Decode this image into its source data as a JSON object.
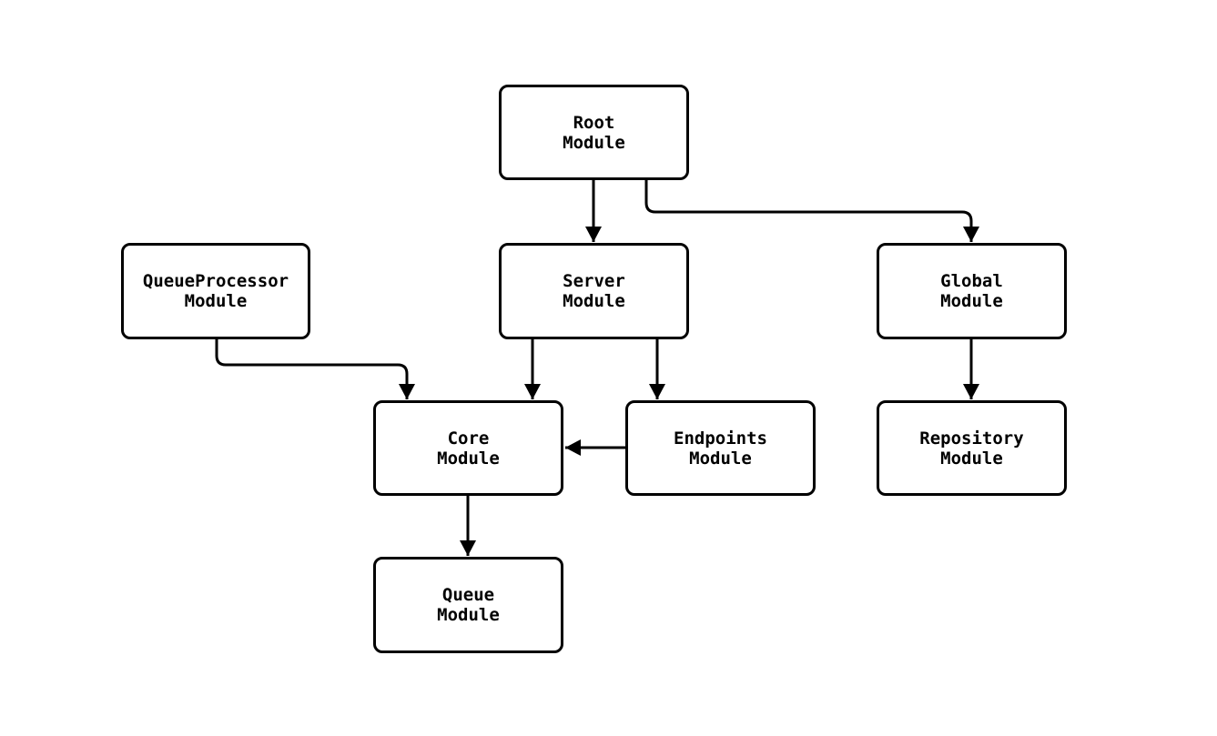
{
  "diagram": {
    "type": "flowchart",
    "background_color": "#ffffff",
    "node_fill_color": "#ffffff",
    "stroke_color": "#000000",
    "nodes": [
      {
        "id": "root",
        "label": "Root\nModule"
      },
      {
        "id": "queueprocessor",
        "label": "QueueProcessor\nModule"
      },
      {
        "id": "server",
        "label": "Server\nModule"
      },
      {
        "id": "global",
        "label": "Global\nModule"
      },
      {
        "id": "core",
        "label": "Core\nModule"
      },
      {
        "id": "endpoints",
        "label": "Endpoints\nModule"
      },
      {
        "id": "repository",
        "label": "Repository\nModule"
      },
      {
        "id": "queue",
        "label": "Queue\nModule"
      }
    ],
    "edges": [
      {
        "from": "Root Module",
        "to": "Server Module"
      },
      {
        "from": "Root Module",
        "to": "Global Module"
      },
      {
        "from": "QueueProcessor Module",
        "to": "Core Module"
      },
      {
        "from": "Server Module",
        "to": "Core Module"
      },
      {
        "from": "Server Module",
        "to": "Endpoints Module"
      },
      {
        "from": "Endpoints Module",
        "to": "Core Module"
      },
      {
        "from": "Global Module",
        "to": "Repository Module"
      },
      {
        "from": "Core Module",
        "to": "Queue Module"
      }
    ]
  }
}
